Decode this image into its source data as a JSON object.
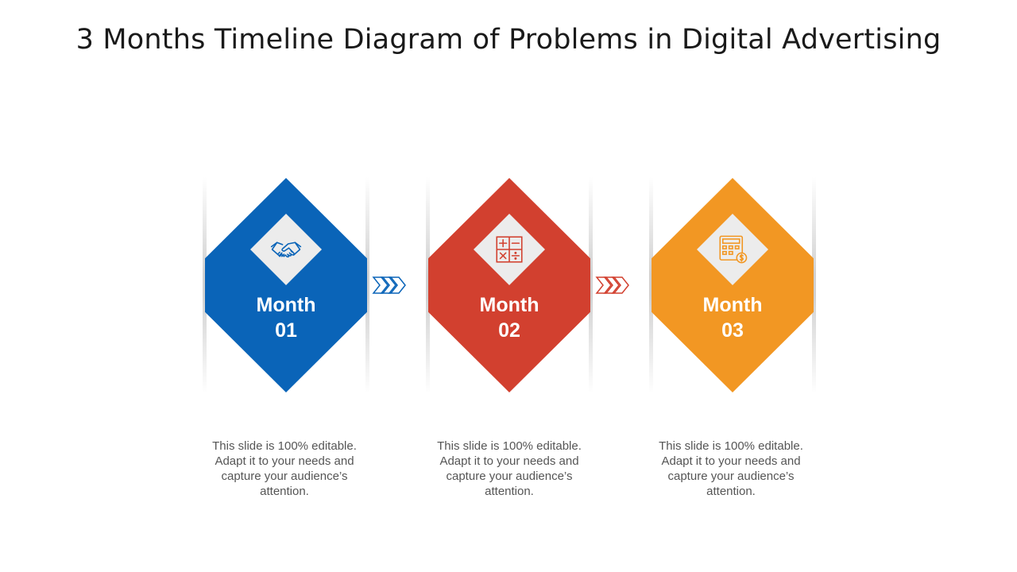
{
  "title": "3 Months Timeline Diagram of Problems in Digital Advertising",
  "steps": [
    {
      "label_line1": "Month",
      "label_line2": "01",
      "color": "#0a64b8",
      "icon": "handshake-icon",
      "description": "This slide is 100% editable. Adapt it to your needs and capture your audience’s attention."
    },
    {
      "label_line1": "Month",
      "label_line2": "02",
      "color": "#d2402f",
      "icon": "math-operations-icon",
      "description": "This slide is 100% editable. Adapt it to your needs and capture your audience’s attention."
    },
    {
      "label_line1": "Month",
      "label_line2": "03",
      "color": "#f29723",
      "icon": "calculator-icon",
      "description": "This slide is 100% editable. Adapt it to your needs and capture your audience’s attention."
    }
  ],
  "connectors": [
    {
      "color": "#0a64b8",
      "icon": "chevrons-right-icon"
    },
    {
      "color": "#d2402f",
      "icon": "chevrons-right-icon"
    }
  ]
}
